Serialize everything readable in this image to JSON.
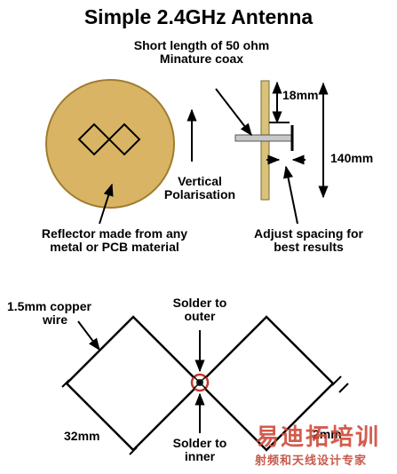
{
  "title": "Simple 2.4GHz Antenna",
  "labels": {
    "coax_line1": "Short length of 50 ohm",
    "coax_line2": "Minature coax",
    "dim_18mm": "18mm",
    "dim_140mm": "140mm",
    "polarisation_line1": "Vertical",
    "polarisation_line2": "Polarisation",
    "reflector_line1": "Reflector made from any",
    "reflector_line2": "metal or PCB material",
    "spacing_line1": "Adjust spacing for",
    "spacing_line2": "best results",
    "wire_line1": "1.5mm copper",
    "wire_line2": "wire",
    "solder_outer_line1": "Solder to",
    "solder_outer_line2": "outer",
    "solder_inner_line1": "Solder to",
    "solder_inner_line2": "inner",
    "dim_32mm": "32mm",
    "dim_2mm": "2mm"
  },
  "watermark": {
    "main": "易迪拓培训",
    "sub": "射频和天线设计专家"
  },
  "colors": {
    "reflector_fill": "#d8b464",
    "reflector_stroke": "#a07c30",
    "board_fill": "#d9c27a",
    "coax_fill": "#c8c8c8",
    "solder_ring": "#c0392b"
  }
}
